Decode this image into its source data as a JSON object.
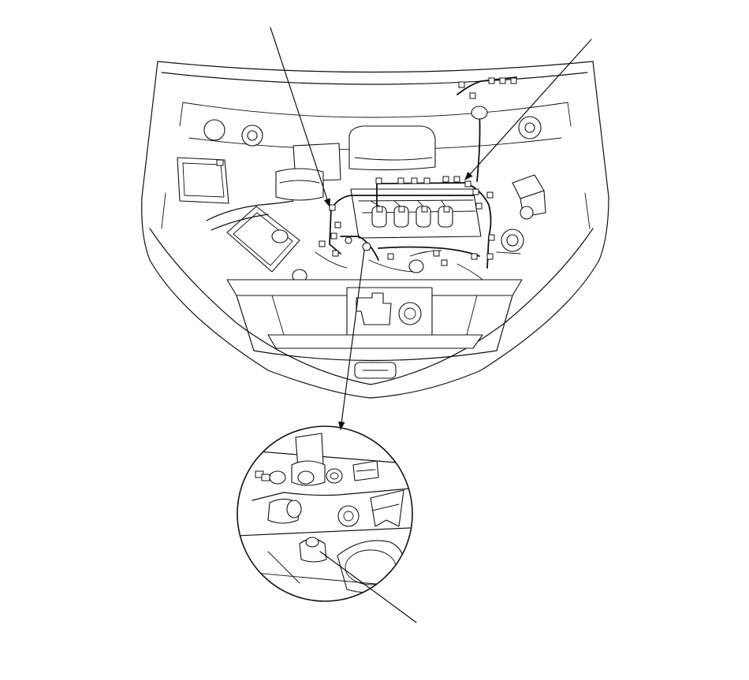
{
  "diagram": {
    "type": "technical-line-drawing",
    "subject": "engine-compartment-wire-harness-locator",
    "callout_count": 3,
    "has_detail_inset": true,
    "colors": {
      "background": "#ffffff",
      "line": "#111111"
    }
  }
}
